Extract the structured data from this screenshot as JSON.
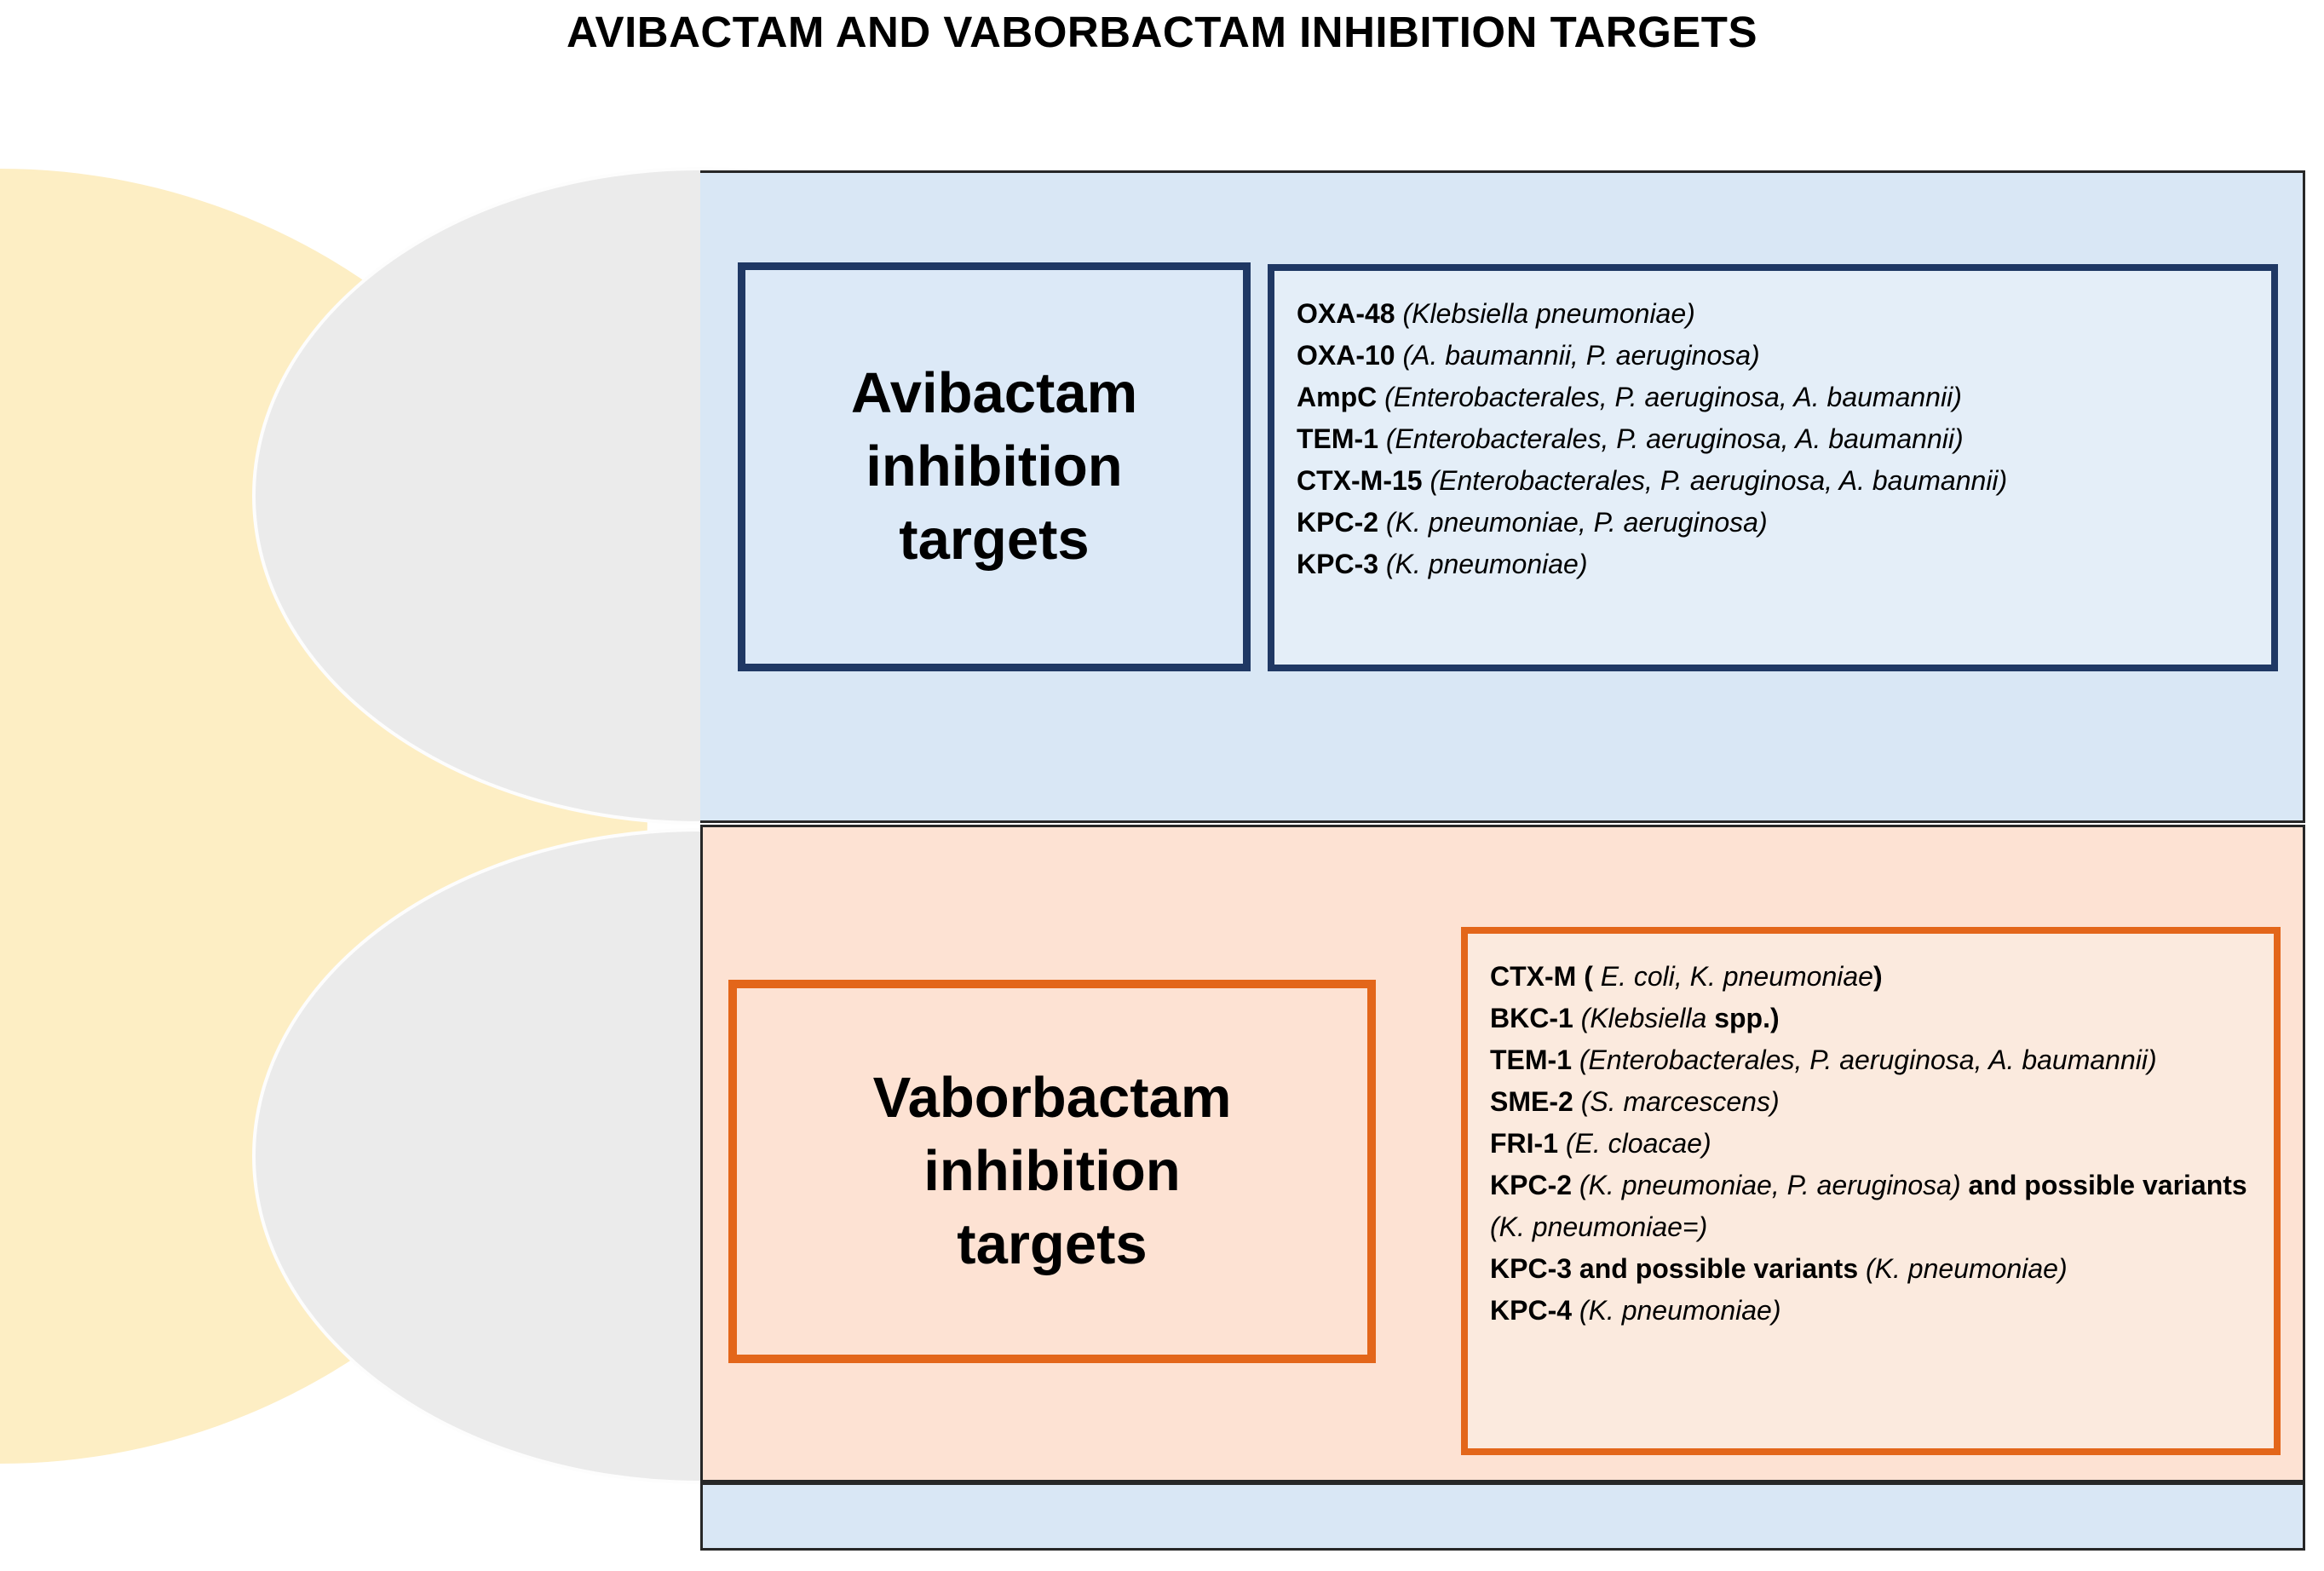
{
  "title": "AVIBACTAM AND VABORBACTAM INHIBITION TARGETS",
  "colors": {
    "blue_panel_bg": "#d9e7f5",
    "orange_panel_bg": "#fde2d3",
    "navy_border": "#1f3864",
    "orange_border": "#e3661a",
    "yellow_shape": "#fdeec4",
    "gray_shape": "#ebebeb",
    "panel_outline": "#272727"
  },
  "avibactam": {
    "label": "Avibactam inhibition targets",
    "label_lines": [
      "Avibactam",
      "inhibition",
      "targets"
    ],
    "targets": [
      {
        "enzyme": "OXA-48",
        "organisms": "(Klebsiella pneumoniae)"
      },
      {
        "enzyme": "OXA-10",
        "organisms": "(A. baumannii, P. aeruginosa)"
      },
      {
        "enzyme": "AmpC",
        "organisms": "(Enterobacterales, P. aeruginosa, A. baumannii)"
      },
      {
        "enzyme": "TEM-1",
        "organisms": "(Enterobacterales, P. aeruginosa, A. baumannii)"
      },
      {
        "enzyme": "CTX-M-15",
        "organisms": "(Enterobacterales, P. aeruginosa, A. baumannii)"
      },
      {
        "enzyme": "KPC-2",
        "organisms": "(K. pneumoniae, P. aeruginosa)"
      },
      {
        "enzyme": "KPC-3",
        "organisms": "(K. pneumoniae)"
      }
    ]
  },
  "vaborbactam": {
    "label": "Vaborbactam inhibition targets",
    "label_lines": [
      "Vaborbactam",
      "inhibition",
      "targets"
    ],
    "targets": [
      {
        "enzyme": "CTX-M (",
        "organisms": "E. coli, K. pneumoniae",
        "suffix": ")"
      },
      {
        "enzyme": "BKC-1",
        "organisms": "(Klebsiella",
        "suffix": " spp.)"
      },
      {
        "enzyme": "TEM-1",
        "organisms": "(Enterobacterales, P. aeruginosa, A. baumannii)"
      },
      {
        "enzyme": "SME-2",
        "organisms": "(S. marcescens)"
      },
      {
        "enzyme": "FRI-1",
        "organisms": "(E. cloacae)"
      },
      {
        "enzyme": "KPC-2",
        "organisms": "(K. pneumoniae, P. aeruginosa)",
        "suffix": " and possible variants",
        "suffix2": "(K. pneumoniae=)"
      },
      {
        "enzyme": "KPC-3 and possible variants",
        "organisms": "(K. pneumoniae)"
      },
      {
        "enzyme": "KPC-4",
        "organisms": "(K. pneumoniae)"
      }
    ]
  }
}
